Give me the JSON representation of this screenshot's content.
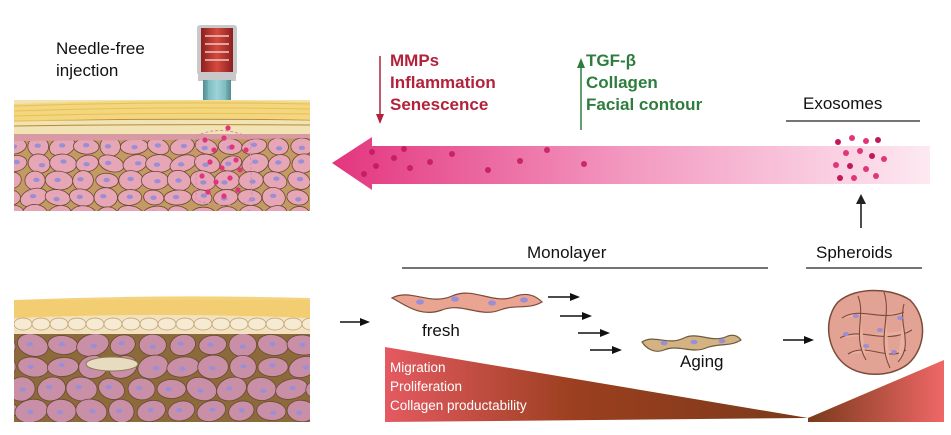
{
  "top_left_label": "Needle-free\ninjection",
  "effects_down": [
    "MMPs",
    "Inflammation",
    "Senescence"
  ],
  "effects_up": [
    "TGF-β",
    "Collagen",
    "Facial contour"
  ],
  "exosomes_label": "Exosomes",
  "monolayer_label": "Monolayer",
  "spheroids_label": "Spheroids",
  "fresh_label": "fresh",
  "aging_label": "Aging",
  "decline_labels": [
    "Migration",
    "Proliferation",
    "Collagen productability"
  ],
  "colors": {
    "down_text": "#b2223a",
    "up_text": "#2e7d3f",
    "exosome": "#e0357a",
    "dermis": "#c9a36a",
    "cell": "#e7a6b5",
    "nucleus": "#9a8fd6",
    "epidermis": "#f3e7bf",
    "stratum": "#f4d569",
    "wedge_dark": "#8a3b1c",
    "wedge_red": "#e2505b"
  }
}
